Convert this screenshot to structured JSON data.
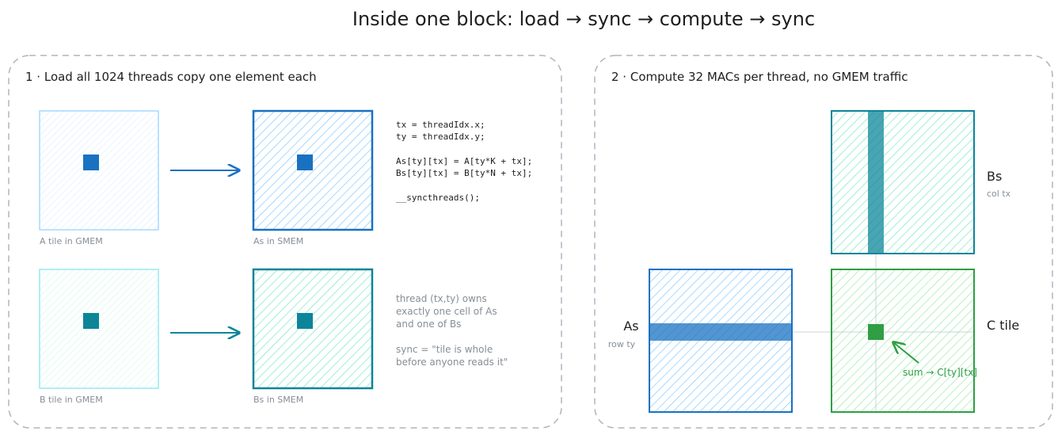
{
  "title": "Inside one block:  load → sync → compute → sync",
  "panel_load": {
    "heading": "1 · Load all 1024 threads copy one element each",
    "tiles": {
      "a_gmem": "A tile  in GMEM",
      "as_smem": "As  in SMEM",
      "b_gmem": "B tile  in GMEM",
      "bs_smem": "Bs  in SMEM"
    },
    "code": [
      "tx = threadIdx.x;",
      "ty = threadIdx.y;",
      "",
      "As[ty][tx] = A[ty*K + tx];",
      "Bs[ty][tx] = B[ty*N + tx];",
      "",
      "__syncthreads();"
    ],
    "notes": [
      "thread (tx,ty) owns",
      "exactly one cell of As",
      "and one of Bs",
      "",
      "sync = \"tile is whole",
      "before anyone reads it\""
    ]
  },
  "panel_compute": {
    "heading": "2 · Compute 32 MACs per thread, no GMEM traffic",
    "bs_label": "Bs",
    "bs_sub": "col tx",
    "as_label": "As",
    "as_sub": "row ty",
    "c_label": "C tile",
    "sum_label": "sum → C[ty][tx]"
  },
  "colors": {
    "blue": "#1971c2",
    "blue_light": "#a5d8ff",
    "teal": "#0c8599",
    "teal_light": "#96f2d7",
    "green": "#2f9e44",
    "green_light": "#b2f2bb",
    "border_dash": "#adb5bd"
  }
}
